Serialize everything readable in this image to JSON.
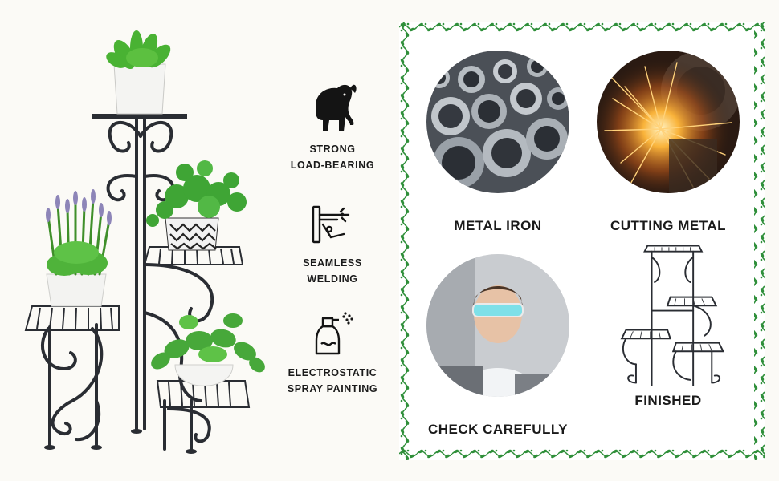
{
  "features": [
    {
      "icon": "elephant-icon",
      "label": "STRONG\nLOAD-BEARING"
    },
    {
      "icon": "welding-gun-icon",
      "label": "SEAMLESS\nWELDING"
    },
    {
      "icon": "spray-bottle-icon",
      "label": "ELECTROSTATIC\nSPRAY PAINTING"
    }
  ],
  "steps": [
    {
      "image": "metal-tubes-photo",
      "caption": "METAL IRON"
    },
    {
      "image": "sparks-photo",
      "caption": "CUTTING METAL"
    },
    {
      "image": "inspector-photo",
      "caption": "CHECK CAREFULLY"
    },
    {
      "image": "finished-stand-photo",
      "caption": "FINISHED"
    }
  ],
  "colors": {
    "border_green": "#2f8f3a",
    "metal": "#2a2d33",
    "plant_green": "#3fa535"
  }
}
